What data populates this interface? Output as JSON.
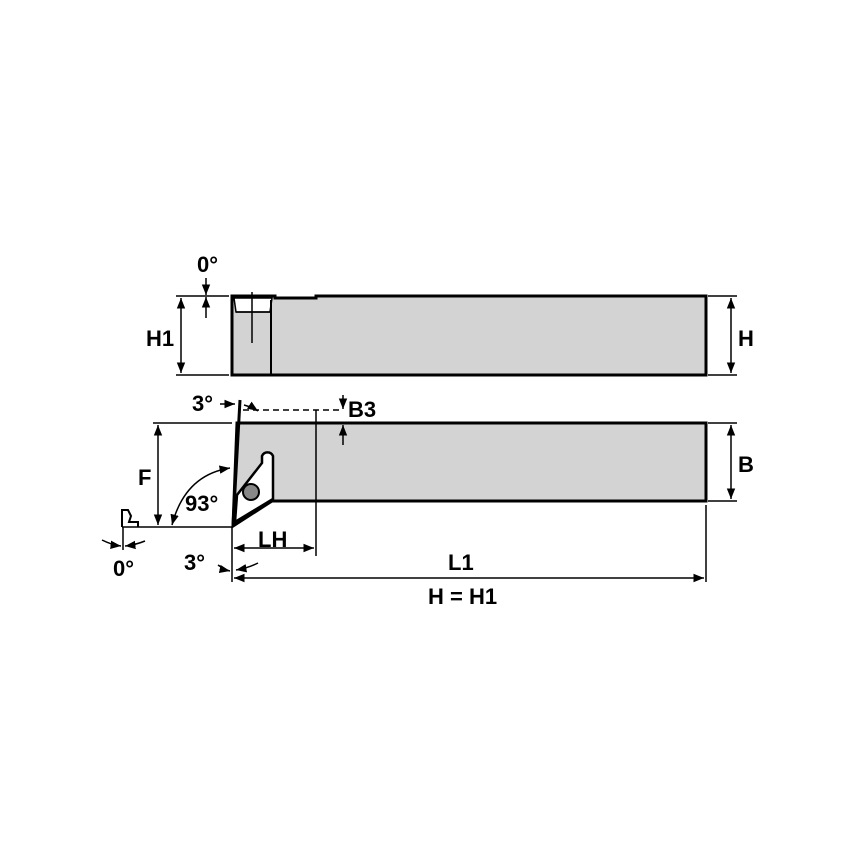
{
  "labels": {
    "top_angle": "0°",
    "h1": "H1",
    "h": "H",
    "angle_3_top": "3°",
    "b3": "B3",
    "f": "F",
    "angle_93": "93°",
    "b": "B",
    "angle_0_bottom": "0°",
    "lh": "LH",
    "angle_3_bottom": "3°",
    "l1": "L1",
    "note": "H = H1"
  },
  "colors": {
    "body_fill": "#d3d3d3",
    "line": "#000000"
  }
}
